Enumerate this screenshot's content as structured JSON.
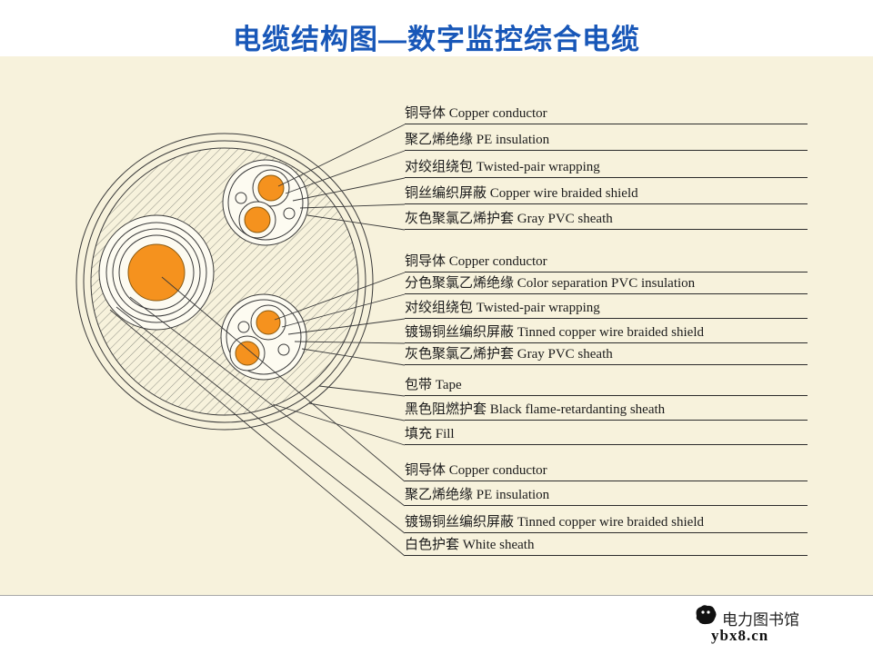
{
  "title": "电缆结构图—数字监控综合电缆",
  "colors": {
    "accent_blue": "#1857b8",
    "conductor_orange": "#f5921e",
    "panel_cream": "#f7f2dc"
  },
  "labels": [
    {
      "text": "铜导体 Copper conductor"
    },
    {
      "text": "聚乙烯绝缘 PE insulation"
    },
    {
      "text": "对绞组绕包 Twisted-pair wrapping"
    },
    {
      "text": "铜丝编织屏蔽 Copper wire braided shield"
    },
    {
      "text": "灰色聚氯乙烯护套 Gray PVC sheath"
    },
    {
      "text": "铜导体 Copper conductor"
    },
    {
      "text": "分色聚氯乙烯绝缘 Color separation PVC insulation"
    },
    {
      "text": "对绞组绕包 Twisted-pair wrapping"
    },
    {
      "text": "镀锡铜丝编织屏蔽 Tinned copper wire braided shield"
    },
    {
      "text": "灰色聚氯乙烯护套 Gray PVC sheath"
    },
    {
      "text": "包带 Tape"
    },
    {
      "text": "黑色阻燃护套 Black flame-retardanting sheath"
    },
    {
      "text": "填充 Fill"
    },
    {
      "text": "铜导体 Copper conductor"
    },
    {
      "text": "聚乙烯绝缘 PE insulation"
    },
    {
      "text": "镀锡铜丝编织屏蔽 Tinned copper wire braided shield"
    },
    {
      "text": "白色护套 White sheath"
    }
  ],
  "footer": {
    "site_name": "电力图书馆",
    "site_url": "ybx8.cn"
  }
}
